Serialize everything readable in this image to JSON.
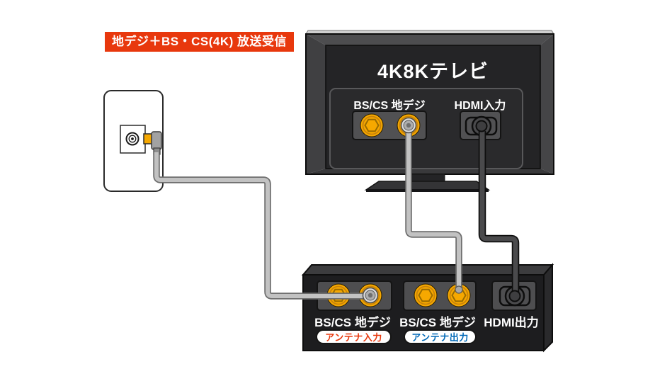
{
  "banner": {
    "label": "地デジ＋BS・CS(4K) 放送受信"
  },
  "tv": {
    "title": "4K8Kテレビ",
    "antenna_label": "BS/CS 地デジ",
    "hdmi_label": "HDMI入力"
  },
  "recorder": {
    "antenna_in_label": "BS/CS 地デジ",
    "antenna_out_label": "BS/CS 地デジ",
    "hdmi_label": "HDMI出力",
    "antenna_in_tag": "アンテナ入力",
    "antenna_out_tag": "アンテナ出力"
  },
  "colors": {
    "banner_bg": "#e8380d",
    "tag_in_text": "#e8380d",
    "tag_out_text": "#0068b7",
    "connector_gold": "#f6a800",
    "antenna_cable": "#c2c2c2",
    "hdmi_cable": "#4a4a4c",
    "tv_frame": "#242426",
    "device_body": "#1d1d1f"
  }
}
